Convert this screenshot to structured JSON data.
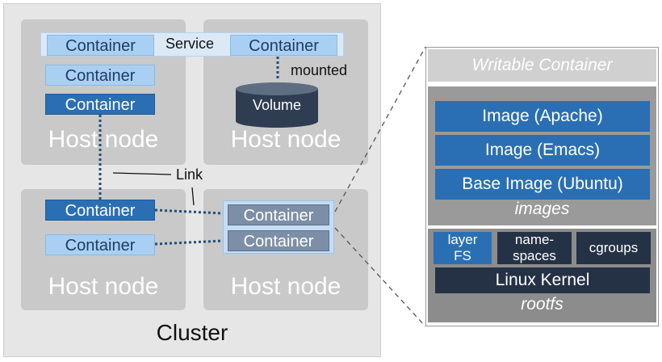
{
  "diagram": {
    "cluster_label": "Cluster",
    "service_label": "Service",
    "mounted_label": "mounted",
    "volume_label": "Volume",
    "link_label": "Link",
    "host_nodes": [
      "Host node",
      "Host node",
      "Host node",
      "Host node"
    ],
    "containers": {
      "service_left": "Container",
      "service_right": "Container",
      "host1_a": "Container",
      "host1_b": "Container",
      "host3_a": "Container",
      "host3_b": "Container",
      "host4_a": "Container",
      "host4_b": "Container"
    },
    "panel": {
      "title": "Writable Container",
      "images": [
        "Image (Apache)",
        "Image (Emacs)",
        "Base Image (Ubuntu)"
      ],
      "images_label": "images",
      "layer_fs": "layer FS",
      "namespaces": "name-spaces",
      "cgroups": "cgroups",
      "kernel": "Linux Kernel",
      "rootfs_label": "rootfs"
    },
    "colors": {
      "container_light": "#a9d0f2",
      "container_dark": "#2a6fb3",
      "container_grey": "#7d8fa6",
      "host_node": "#c9c9c9",
      "kernel_dark": "#253245",
      "link_dotted": "#1f4e79"
    }
  }
}
